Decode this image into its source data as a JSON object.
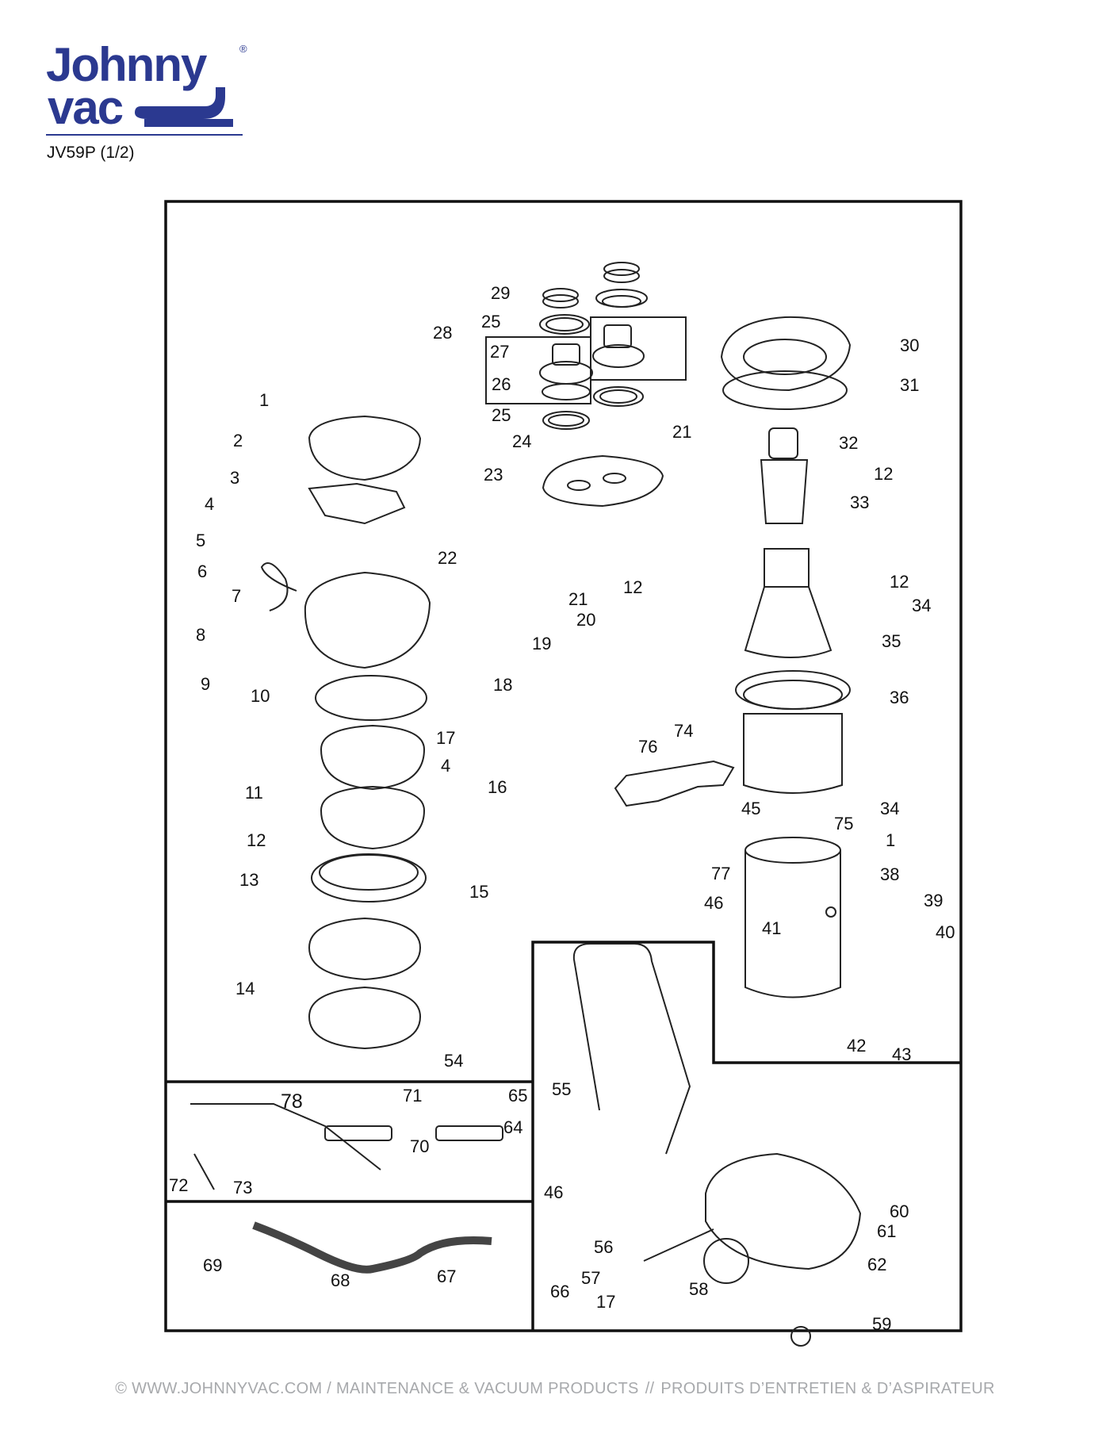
{
  "brand": {
    "line1": "Johnny",
    "line2": "vac",
    "registered": "®",
    "color": "#2b3990"
  },
  "model": "JV59P (1/2)",
  "footer": {
    "left": "© WWW.JOHNNYVAC.COM / MAINTENANCE & VACUUM PRODUCTS",
    "separator": "//",
    "right": "PRODUITS D’ENTRETIEN & D’ASPIRATEUR"
  },
  "labels": [
    {
      "id": "29",
      "n": "29"
    },
    {
      "id": "25a",
      "n": "25"
    },
    {
      "id": "28",
      "n": "28"
    },
    {
      "id": "27",
      "n": "27"
    },
    {
      "id": "26",
      "n": "26"
    },
    {
      "id": "25b",
      "n": "25"
    },
    {
      "id": "24",
      "n": "24"
    },
    {
      "id": "21a",
      "n": "21"
    },
    {
      "id": "23",
      "n": "23"
    },
    {
      "id": "30",
      "n": "30"
    },
    {
      "id": "31",
      "n": "31"
    },
    {
      "id": "32",
      "n": "32"
    },
    {
      "id": "12a",
      "n": "12"
    },
    {
      "id": "33",
      "n": "33"
    },
    {
      "id": "12b",
      "n": "12"
    },
    {
      "id": "34a",
      "n": "34"
    },
    {
      "id": "35",
      "n": "35"
    },
    {
      "id": "36",
      "n": "36"
    },
    {
      "id": "1a",
      "n": "1"
    },
    {
      "id": "2",
      "n": "2"
    },
    {
      "id": "3",
      "n": "3"
    },
    {
      "id": "4a",
      "n": "4"
    },
    {
      "id": "5",
      "n": "5"
    },
    {
      "id": "22",
      "n": "22"
    },
    {
      "id": "6",
      "n": "6"
    },
    {
      "id": "12c",
      "n": "12"
    },
    {
      "id": "7",
      "n": "7"
    },
    {
      "id": "21b",
      "n": "21"
    },
    {
      "id": "20",
      "n": "20"
    },
    {
      "id": "8",
      "n": "8"
    },
    {
      "id": "19",
      "n": "19"
    },
    {
      "id": "9",
      "n": "9"
    },
    {
      "id": "18",
      "n": "18"
    },
    {
      "id": "10",
      "n": "10"
    },
    {
      "id": "17a",
      "n": "17"
    },
    {
      "id": "4b",
      "n": "4"
    },
    {
      "id": "16",
      "n": "16"
    },
    {
      "id": "11",
      "n": "11"
    },
    {
      "id": "12d",
      "n": "12"
    },
    {
      "id": "13",
      "n": "13"
    },
    {
      "id": "15",
      "n": "15"
    },
    {
      "id": "14",
      "n": "14"
    },
    {
      "id": "74",
      "n": "74"
    },
    {
      "id": "76",
      "n": "76"
    },
    {
      "id": "45",
      "n": "45"
    },
    {
      "id": "34b",
      "n": "34"
    },
    {
      "id": "75",
      "n": "75"
    },
    {
      "id": "1b",
      "n": "1"
    },
    {
      "id": "77",
      "n": "77"
    },
    {
      "id": "38",
      "n": "38"
    },
    {
      "id": "46a",
      "n": "46"
    },
    {
      "id": "39",
      "n": "39"
    },
    {
      "id": "41",
      "n": "41"
    },
    {
      "id": "40",
      "n": "40"
    },
    {
      "id": "42",
      "n": "42"
    },
    {
      "id": "43",
      "n": "43"
    },
    {
      "id": "54",
      "n": "54"
    },
    {
      "id": "78",
      "n": "78"
    },
    {
      "id": "71",
      "n": "71"
    },
    {
      "id": "65",
      "n": "65"
    },
    {
      "id": "64",
      "n": "64"
    },
    {
      "id": "70",
      "n": "70"
    },
    {
      "id": "72",
      "n": "72"
    },
    {
      "id": "73",
      "n": "73"
    },
    {
      "id": "55",
      "n": "55"
    },
    {
      "id": "46b",
      "n": "46"
    },
    {
      "id": "60",
      "n": "60"
    },
    {
      "id": "61",
      "n": "61"
    },
    {
      "id": "56",
      "n": "56"
    },
    {
      "id": "62",
      "n": "62"
    },
    {
      "id": "69",
      "n": "69"
    },
    {
      "id": "68",
      "n": "68"
    },
    {
      "id": "67",
      "n": "67"
    },
    {
      "id": "57",
      "n": "57"
    },
    {
      "id": "66",
      "n": "66"
    },
    {
      "id": "58",
      "n": "58"
    },
    {
      "id": "17b",
      "n": "17"
    },
    {
      "id": "59",
      "n": "59"
    }
  ]
}
